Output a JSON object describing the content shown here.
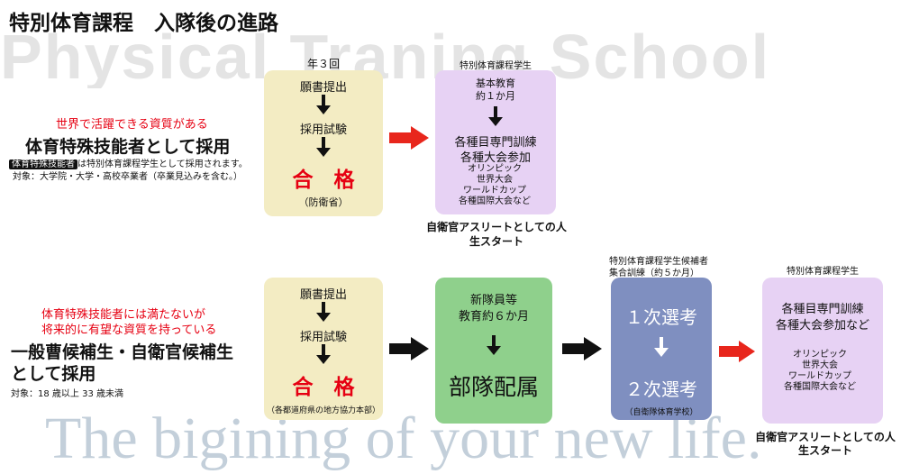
{
  "header": {
    "title": "特別体育課程　入隊後の進路"
  },
  "watermarks": {
    "top": "Physical Traning School",
    "bottom": "The bigining of your new life."
  },
  "colors": {
    "red": "#e60012",
    "yellow_box": "#f3ecc3",
    "purple_box": "#e7d2f4",
    "green_box": "#8fd08c",
    "blue_box": "#7f8fc0",
    "arrow_red": "#e8261c",
    "arrow_black": "#111111"
  },
  "row1": {
    "left": {
      "tagline": "世界で活躍できる資質がある",
      "heading": "体育特殊技能者として採用",
      "badge": "体育特殊技能者",
      "note": "は特別体育課程学生として採用されます。",
      "target": "対象：大学院・大学・高校卒業者（卒業見込みを含む。）"
    },
    "box1": {
      "above": "年３回",
      "step1": "願書提出",
      "step2": "採用試験",
      "pass": "合　格",
      "sub": "（防衛省）"
    },
    "box2": {
      "above": "特別体育課程学生",
      "line1": "基本教育",
      "line2": "約１か月",
      "line3": "各種目専門訓練",
      "line4": "各種大会参加",
      "events": [
        "オリンピック",
        "世界大会",
        "ワールドカップ",
        "各種国際大会など"
      ]
    },
    "caption": [
      "自衛官アスリートとしての人生スタート"
    ]
  },
  "row2": {
    "left": {
      "tagline1": "体育特殊技能者には満たないが",
      "tagline2": "将来的に有望な資質を持っている",
      "heading1": "一般曹候補生・自衛官候補生",
      "heading2": "として採用",
      "target": "対象：18 歳以上 33 歳未満"
    },
    "box1": {
      "step1": "願書提出",
      "step2": "採用試験",
      "pass": "合　格",
      "sub": "（各都道府県の地方協力本部）"
    },
    "box2": {
      "line1": "新隊員等",
      "line2": "教育約６か月",
      "main": "部隊配属"
    },
    "box3": {
      "above1": "特別体育課程学生候補者",
      "above2": "集合訓練（約５か月）",
      "sel1": "１次選考",
      "sel2": "２次選考",
      "sub": "（自衛隊体育学校）"
    },
    "box4": {
      "above": "特別体育課程学生",
      "line1": "各種目専門訓練",
      "line2": "各種大会参加など",
      "events": [
        "オリンピック",
        "世界大会",
        "ワールドカップ",
        "各種国際大会など"
      ]
    },
    "caption": [
      "自衛官アスリートとしての人生スタート"
    ]
  }
}
